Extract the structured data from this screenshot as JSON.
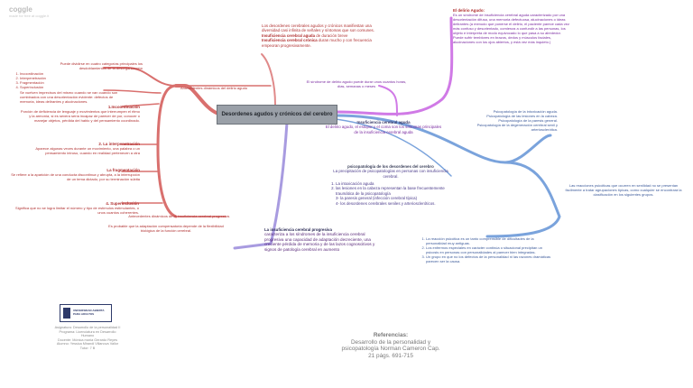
{
  "watermark": {
    "brand": "coggle",
    "tagline": "made for free at coggle.it"
  },
  "central": {
    "title": "Desordenes agudos y crónicos del cerebro"
  },
  "colors": {
    "red": "#d9706e",
    "purple": "#c77be0",
    "blue": "#7aa3dc",
    "lavender": "#a89be0"
  },
  "top": {
    "intro": "Los desordenes cerebrales agudos y crónicos manifiestan una diversidad casi infinita de señales y síntomas que son comunes.",
    "agudo_label": "Insuficiencia cerebral aguda",
    "agudo_text": " de duración breve",
    "cronica_label": "Insuficiencia cerebral crónica",
    "cronica_text": " duran mucho y con frecuencia empeoran progresivamente."
  },
  "delirio": {
    "title": "El delirio Agudo:",
    "text": "Es un síndrome de insuficiencia cerebral aguda caracterizado por una desorientación difusa, una memoria defectuosa, alucinaciones o ideas delirantes (a menudo que ponerse el delirio, el paciente parece cada vez más confuso y desorientado, comienza a confundir a las personas, los objeto e interpreta de modo equivocado lo que pasa a su alrededor. Puede sufrir temblores en brazos, dedos y músculos faciales, alucinaciones con los ojos abiertos, y está vez más inquieto.)"
  },
  "sindrome": {
    "text": "El síndrome de delirio agudo puede durar unos cuantos horas, días, semanas o meses"
  },
  "insuf_aguda": {
    "title": "Insuficiencia cerebral aguda",
    "text": "El delirio agudo, el estupor y el coma son los síntomas principales de la insuficiencia cerebral aguda"
  },
  "psico_list": {
    "items": [
      "Psicopatología de la intoxicación aguda.",
      "Psicopatología de las lesiones en la cabeza.",
      "Psicopatología de la paresis general.",
      "Psicopatología de la degeneración cerebral senil y arteriosclerótica."
    ]
  },
  "psicopatologia": {
    "title": "psicopatología de los desordenes del cerebro",
    "text": "La precipitación de psicopatologías en personas con insuficiencia cerebral.",
    "items": [
      "La intoxicación aguda",
      "las lesiones en la cabeza representan la base frecuentemente traumática de la psicopatología",
      "3- la paresis general (infección cerebral típica)",
      "4- los desordenes cerebrales seniles y arterioscleróticos."
    ]
  },
  "reacciones": {
    "text": "Las reacciones psicóticas que ocurren en senilidad no se presentan fácilmente a tratar agrupaciones típicas, como cualquier se encontrará la clasificación en los siguientes grupos."
  },
  "blue_list": {
    "items": [
      "La reacción psicótica es un tanto comprensible de dificultades de la personalidad muy antiguas.",
      "Los enfermos especiales en carácter continúa o situacional precipitan un psicosis en personas con personalidades al parecer bien integradas.",
      "Un grupo en que no los defectos de la personalidad ni las razones dramáticas parecen ser la causa."
    ]
  },
  "cronica": {
    "title": "La insuficiencia cerebral progresiva",
    "text": "caracteriza a los síndromes de la insuficiencia cerebral progresiva una capacidad de adaptación decreciente, una creciente pérdida de memoria y de las lazos cognoscitivos y signos de patología cerebral en aumento"
  },
  "left": {
    "categorias": "Puede dividirse en cuatro categorías principales los desdoblamientos de la desorganización",
    "cat_items": [
      "Incoordinación",
      "Interpenetración",
      "Fragmentación",
      "Superinclusión"
    ],
    "sueltos": "Se vuelven imprecisos del mismo cuando se van cuando son combinados con una desorientación evidente: defectos de memoria, ideas delirantes y alucinaciones.",
    "incoord_title": "1.Incoordinación",
    "incoord_text": "Porción de deficiencia de lenguaje y movimientos que interrumpen el ritmo y la armonía, si es severa sería incapaz de parecer de por, conocer o manejar objetos, pérdida del hablo y del pensamiento coordinado.",
    "interp_title": "2. La interpenetración",
    "interp_text": "Aparece algunas veces durante un movimiento, una palabra o un pensamiento intruso, cuando en realidad pertenecen a otra",
    "frag_title": "La fragmentación",
    "frag_text": "Se refiere a la aparición de una conducta discontinua y abrupta, a la interrupción de un tema dictado, por su terminación súbita",
    "super_title": "4. Superinclusión",
    "super_text": "Significa que no se logra limitar el número y tipo de estímulos estimulantes, o unos cuantos coherentes.",
    "anteced_top": "Antecedentes dinámicos del delirio agudo",
    "anteced_bottom": "Antecedentes dinámicos de la insuficiencia cerebral progresiva.",
    "probable": "Es probable que la adaptación compensatoria depende de la flexibilidad biológica de la función cerebral."
  },
  "footer": {
    "logo_text": "UNIVERSIDAD ABIERTA PARA ADULTOS",
    "info": [
      "Asignatura: Desarrollo de la personalidad II",
      "Programa: Licenciatura en Desarrollo Humano",
      "Docente: Mónica maría Gerardo Reyes",
      "Alumno: Yessica Mirandi Villanova Vallor",
      "Tutor: 7 B"
    ],
    "ref_title": "Referencias:",
    "ref_text": "Desarrollo de la personalidad y psicopatología Norman Cameron Cap. 21 págs. 691-715"
  }
}
